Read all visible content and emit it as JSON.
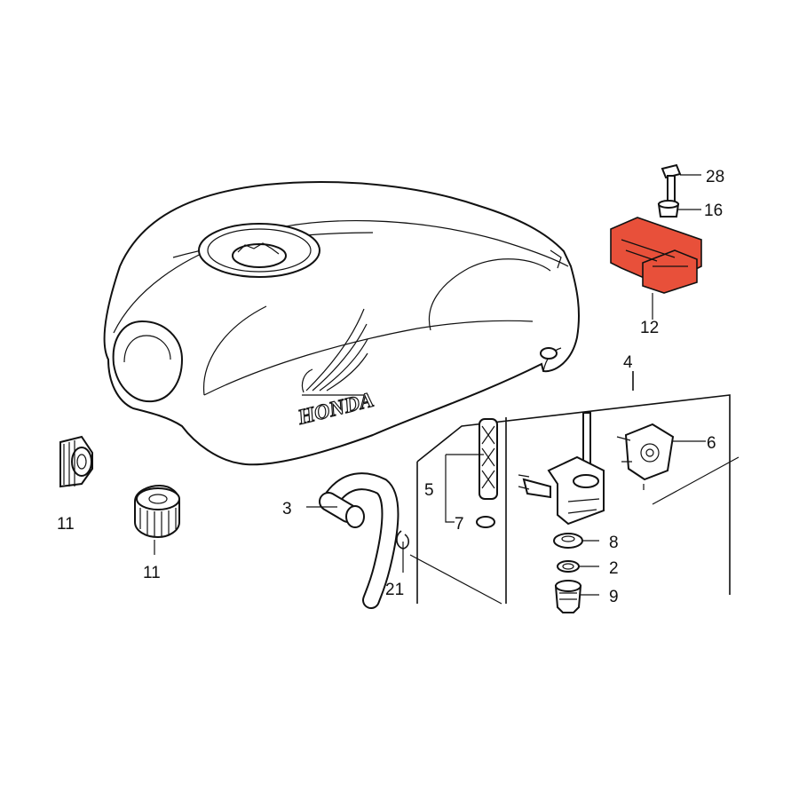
{
  "brand": {
    "text": "HONDA"
  },
  "accent_color": "#e8503a",
  "callouts": [
    {
      "id": "28",
      "label": "28"
    },
    {
      "id": "16",
      "label": "16"
    },
    {
      "id": "12",
      "label": "12"
    },
    {
      "id": "4",
      "label": "4"
    },
    {
      "id": "6",
      "label": "6"
    },
    {
      "id": "5",
      "label": "5"
    },
    {
      "id": "7",
      "label": "7"
    },
    {
      "id": "3",
      "label": "3"
    },
    {
      "id": "8",
      "label": "8"
    },
    {
      "id": "2",
      "label": "2"
    },
    {
      "id": "9",
      "label": "9"
    },
    {
      "id": "21",
      "label": "21"
    },
    {
      "id": "11a",
      "label": "11"
    },
    {
      "id": "11b",
      "label": "11"
    }
  ]
}
